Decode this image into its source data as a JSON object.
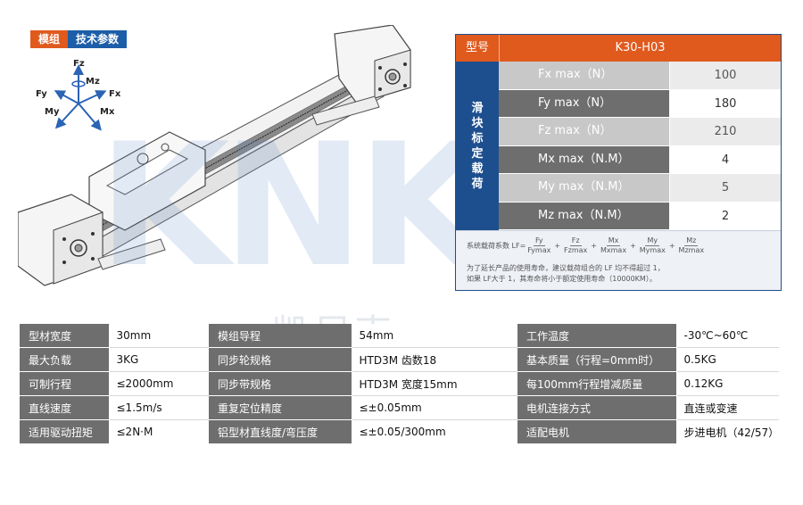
{
  "header": {
    "tag_module": "模组",
    "tag_params": "技术参数"
  },
  "axes": {
    "fz": "Fz",
    "mz": "Mz",
    "fy": "Fy",
    "fx": "Fx",
    "my": "My",
    "mx": "Mx"
  },
  "watermark": {
    "logo": "KNK",
    "company": "凯尼克",
    "registered": "®"
  },
  "spec": {
    "model_label": "型号",
    "model_value": "K30-H03",
    "side_label": [
      "滑",
      "块",
      "标",
      "定",
      "载",
      "荷"
    ],
    "rows": [
      {
        "label": "Fx max（N）",
        "value": "100"
      },
      {
        "label": "Fy max（N）",
        "value": "180"
      },
      {
        "label": "Fz max（N）",
        "value": "210"
      },
      {
        "label": "Mx max（N.M）",
        "value": "4"
      },
      {
        "label": "My max（N.M）",
        "value": "5"
      },
      {
        "label": "Mz max（N.M）",
        "value": "2"
      }
    ],
    "lf_prefix": "系统载荷系数 LF=",
    "lf_terms": [
      {
        "num": "Fy",
        "den": "Fymax"
      },
      {
        "num": "Fz",
        "den": "Fzmax"
      },
      {
        "num": "Mx",
        "den": "Mxmax"
      },
      {
        "num": "My",
        "den": "Mymax"
      },
      {
        "num": "Mz",
        "den": "Mzmax"
      }
    ],
    "plus": "+",
    "note_line1": "为了延长产品的使用寿命，建议载荷组合的 LF 均不得超过 1，",
    "note_line2": "如果 LF大于 1，其寿命将小于额定使用寿命（10000KM）。"
  },
  "params": [
    [
      "型材宽度",
      "30mm",
      "模组导程",
      "54mm",
      "工作温度",
      "-30℃~60℃"
    ],
    [
      "最大负载",
      "3KG",
      "同步轮规格",
      "HTD3M 齿数18",
      "基本质量（行程=0mm时）",
      "0.5KG"
    ],
    [
      "可制行程",
      "≤2000mm",
      "同步带规格",
      "HTD3M 宽度15mm",
      "每100mm行程增减质量",
      "0.12KG"
    ],
    [
      "直线速度",
      "≤1.5m/s",
      "重复定位精度",
      "≤±0.05mm",
      "电机连接方式",
      "直连或变速"
    ],
    [
      "适用驱动扭矩",
      "≤2N·M",
      "铝型材直线度/弯压度",
      "≤±0.05/300mm",
      "适配电机",
      "步进电机（42/57）"
    ]
  ]
}
